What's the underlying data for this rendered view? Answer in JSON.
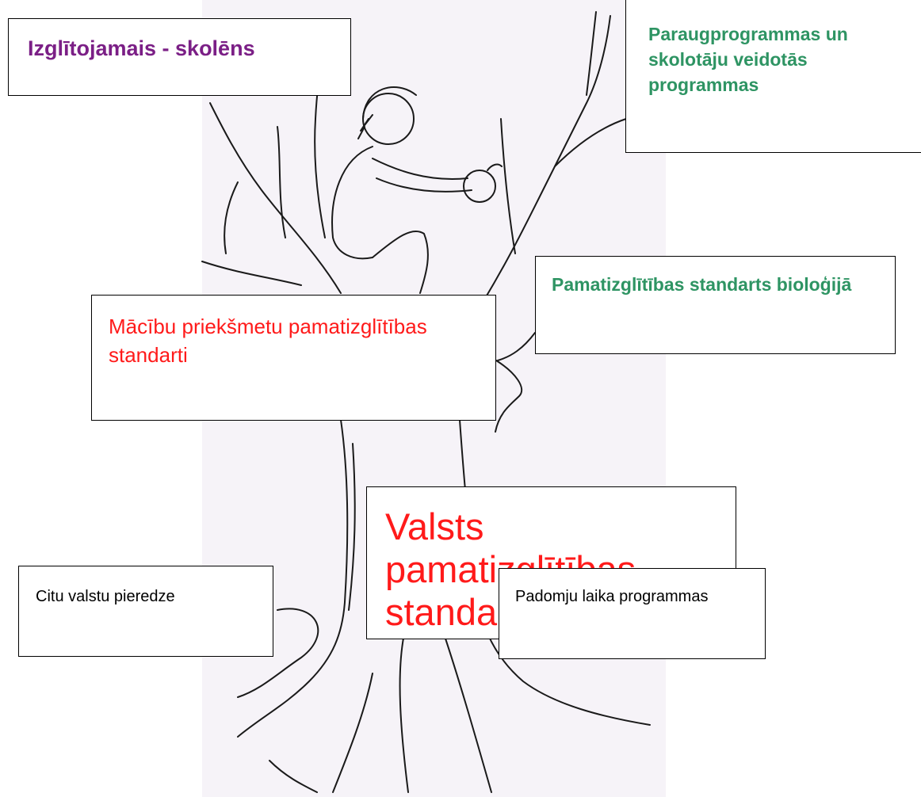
{
  "colors": {
    "purple": "#7b1f86",
    "green": "#2e9463",
    "red": "#ff1a1a",
    "black": "#000000",
    "paper": "#f6f3f8"
  },
  "labels": {
    "student": "Izglītojamais - skolēns",
    "programs": "Paraugprogrammas un skolotāju veidotās programmas",
    "biology_standard": "Pamatizglītības standarts bioloģijā",
    "subject_standards": "Mācību priekšmetu pamatizglītības standarti",
    "national_standard": "Valsts pamatizglītības standarts",
    "foreign_experience": "Citu  valstu pieredze",
    "soviet_programs": "Padomju  laika programmas"
  },
  "illustration": "tree-with-student-picking-apple"
}
